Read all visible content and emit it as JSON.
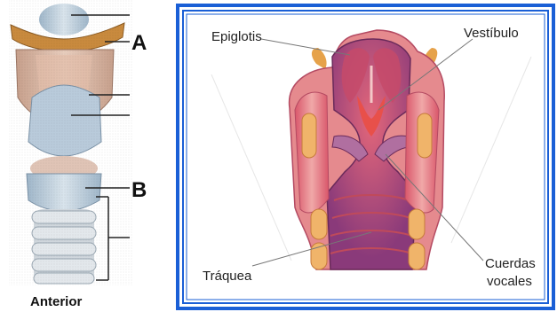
{
  "left_diagram": {
    "label_a": "A",
    "label_b": "B",
    "caption": "Anterior"
  },
  "right_diagram": {
    "labels": {
      "epiglotis": "Epiglotis",
      "vestibulo": "Vestíbulo",
      "traquea": "Tráquea",
      "cuerdas_line1": "Cuerdas",
      "cuerdas_line2": "vocales"
    },
    "frame_color": "#1a5fd6"
  }
}
